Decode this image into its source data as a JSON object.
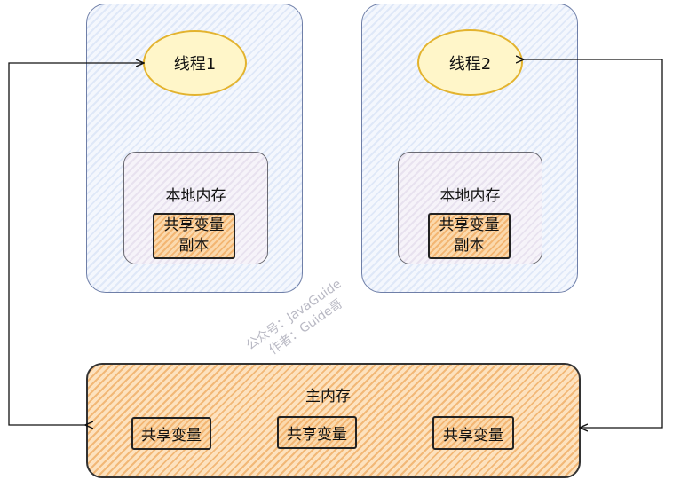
{
  "thread1": {
    "label": "线程1",
    "local_memory": "本地内存",
    "copy_line1": "共享变量",
    "copy_line2": "副本"
  },
  "thread2": {
    "label": "线程2",
    "local_memory": "本地内存",
    "copy_line1": "共享变量",
    "copy_line2": "副本"
  },
  "main_memory": {
    "label": "主内存",
    "variables": [
      "共享变量",
      "共享变量",
      "共享变量"
    ]
  },
  "watermark": {
    "line1": "公众号：JavaGuide",
    "line2": "作者：Guide哥"
  },
  "colors": {
    "thread_fill": "#e6eefb",
    "oval_border": "#e3b32e",
    "variable_fill": "#f5b36b",
    "main_memory_fill": "#f9cf9c"
  }
}
